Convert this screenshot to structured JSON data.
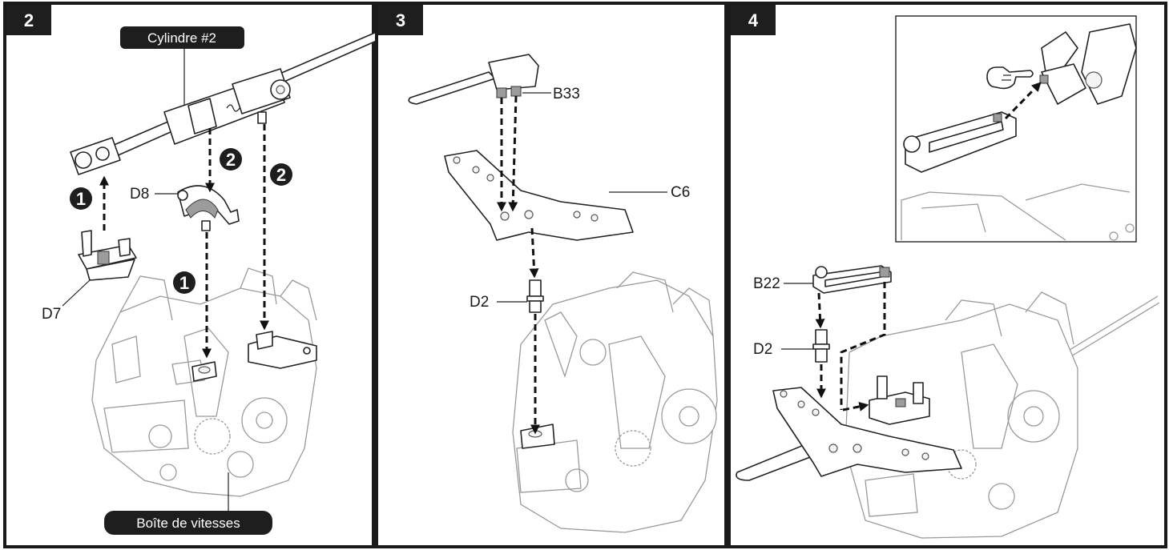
{
  "panels": [
    {
      "step": "2",
      "labels": {
        "cylinder": "Cylindre #2",
        "d8": "D8",
        "d7": "D7",
        "gearbox": "Boîte de vitesses"
      },
      "sequence_badges": [
        "1",
        "2",
        "2",
        "1"
      ]
    },
    {
      "step": "3",
      "labels": {
        "b33": "B33",
        "c6": "C6",
        "d2": "D2"
      }
    },
    {
      "step": "4",
      "labels": {
        "b22": "B22",
        "d2": "D2"
      },
      "inset_icon": "pointing-hand-icon"
    }
  ],
  "colors": {
    "frame": "#1a1a1a",
    "badge": "#1e1e1e",
    "highlight": "#9c9c9c"
  }
}
